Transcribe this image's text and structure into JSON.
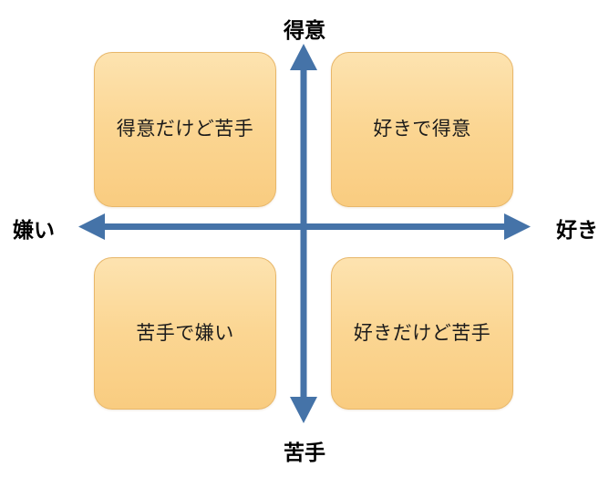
{
  "diagram": {
    "type": "2x2-matrix",
    "axes": {
      "vertical": {
        "top_label": "得意",
        "bottom_label": "苦手",
        "color": "#4573A8"
      },
      "horizontal": {
        "left_label": "嫌い",
        "right_label": "好き",
        "color": "#4573A8"
      }
    },
    "quadrants": [
      {
        "position": "top-left",
        "label": "得意だけど苦手"
      },
      {
        "position": "top-right",
        "label": "好きで得意"
      },
      {
        "position": "bottom-left",
        "label": "苦手で嫌い"
      },
      {
        "position": "bottom-right",
        "label": "好きだけど苦手"
      }
    ],
    "colors": {
      "box_fill_top": "#FDE3B0",
      "box_fill_bottom": "#F9CC80",
      "box_border": "#E8B76A",
      "arrow": "#4573A8",
      "text": "#1b1b1b",
      "background": "#ffffff"
    }
  }
}
